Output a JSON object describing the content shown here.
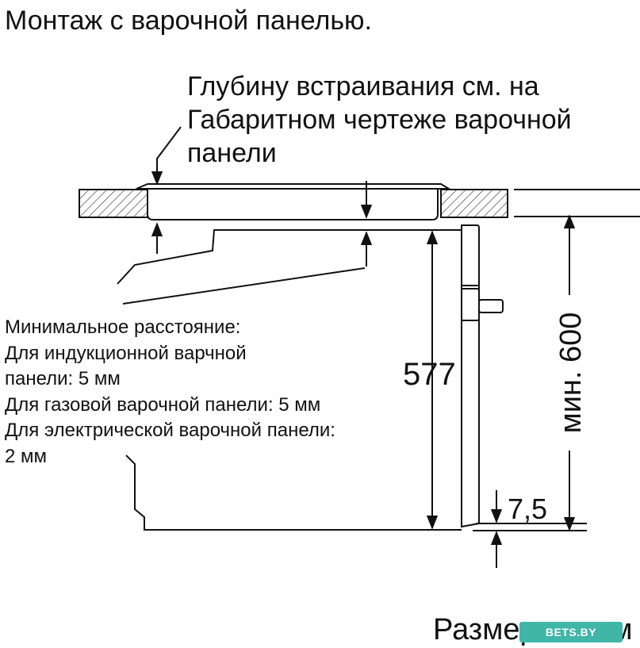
{
  "diagram": {
    "title": "Монтаж с варочной панелью.",
    "depth_note": [
      "Глубину встраивания см. на",
      "Габаритном чертеже варочной",
      "панели"
    ],
    "min_distance": [
      "Минимальное расстояние:",
      "Для индукционной варчной",
      "панели: 5 мм",
      "Для газовой варочной панели: 5 мм",
      "Для электрической варочной панели:",
      "2 мм"
    ],
    "dimension_577": "577",
    "dimension_600": "мин. 600",
    "dimension_7_5": "7,5",
    "units_note": "Размеры в мм",
    "watermark": "BETS.BY"
  },
  "colors": {
    "line": "#111111",
    "hatch": "#444444",
    "watermark_bg": "#3fb6a8"
  }
}
